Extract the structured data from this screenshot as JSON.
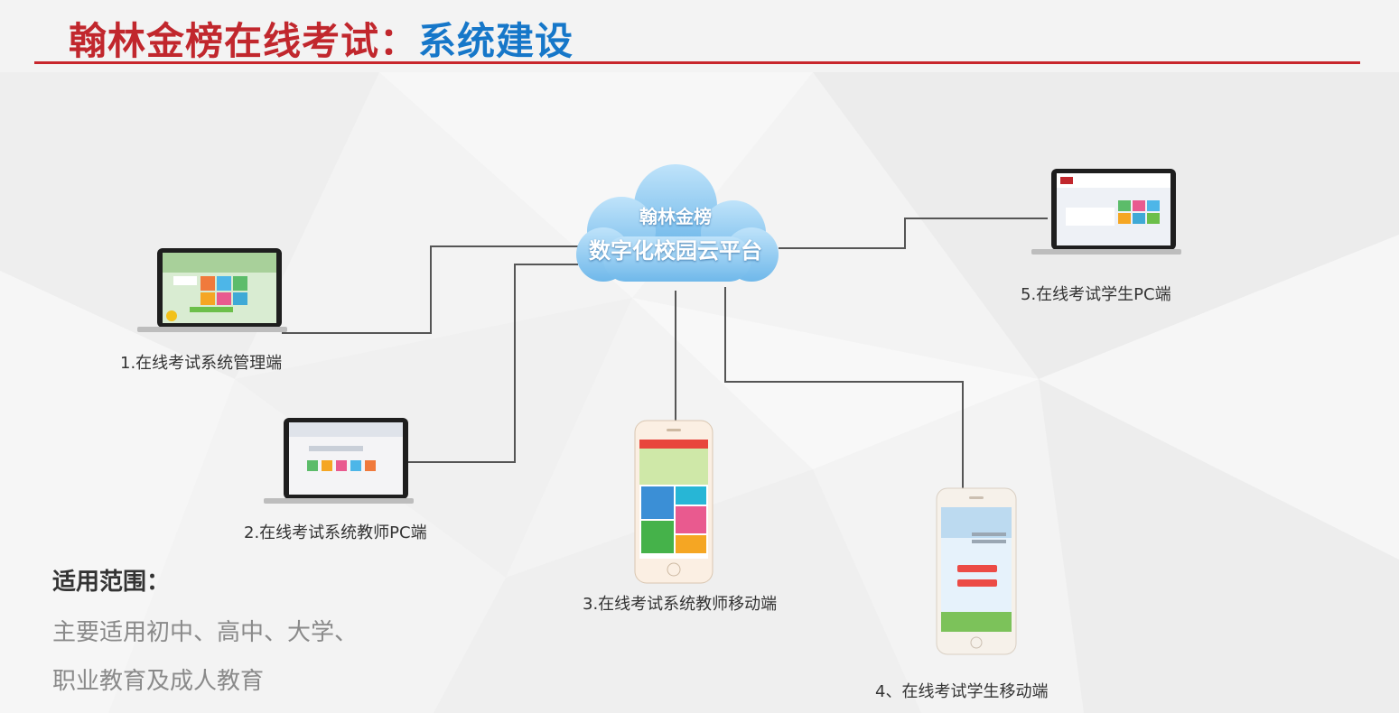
{
  "header": {
    "title_main": "翰林金榜在线考试",
    "title_sep": "：",
    "title_sub": "系统建设"
  },
  "cloud": {
    "line1": "翰林金榜",
    "line2": "数字化校园云平台"
  },
  "nodes": [
    {
      "id": "admin-pc",
      "label": "1.在线考试系统管理端"
    },
    {
      "id": "teacher-pc",
      "label": "2.在线考试系统教师PC端"
    },
    {
      "id": "teacher-mobile",
      "label": "3.在线考试系统教师移动端"
    },
    {
      "id": "student-mobile",
      "label": "4、在线考试学生移动端"
    },
    {
      "id": "student-pc",
      "label": "5.在线考试学生PC端"
    }
  ],
  "scope": {
    "title": "适用范围：",
    "line1": "主要适用初中、高中、大学、",
    "line2": "职业教育及成人教育"
  },
  "colors": {
    "title_red": "#c1272d",
    "title_blue": "#1677c9",
    "rule_red": "#c8262c",
    "cloud_blue": "#7ec3ef",
    "connector": "#555555"
  },
  "icons": {
    "cloud": "cloud-icon",
    "laptop": "laptop-icon",
    "phone": "smartphone-icon"
  }
}
